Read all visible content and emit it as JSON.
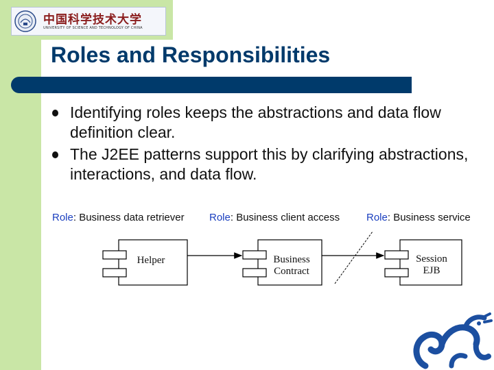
{
  "logo": {
    "cn_text": "中国科学技术大学",
    "en_text": "UNIVERSITY OF SCIENCE AND TECHNOLOGY OF CHINA"
  },
  "slide": {
    "title": "Roles and Responsibilities",
    "bullets": [
      "Identifying roles keeps the abstractions and data flow definition clear.",
      "The J2EE patterns support this by clarifying abstractions, interactions, and data flow."
    ]
  },
  "diagram": {
    "role_word": "Role",
    "roles": [
      {
        "rest": ": Business data retriever"
      },
      {
        "rest": ": Business client access"
      },
      {
        "rest": ": Business service"
      }
    ],
    "components": [
      {
        "lines": [
          "Helper"
        ]
      },
      {
        "lines": [
          "Business",
          "Contract"
        ]
      },
      {
        "lines": [
          "Session",
          "EJB"
        ]
      }
    ]
  },
  "colors": {
    "side_band": "#c9e6a6",
    "title_bar": "#003a6b",
    "title_text": "#003a6b",
    "role_word": "#1a3fbf",
    "dragon": "#1c4fa0"
  },
  "icons": {
    "logo_seal": "university-seal-icon",
    "corner_mascot": "dragon-icon"
  }
}
